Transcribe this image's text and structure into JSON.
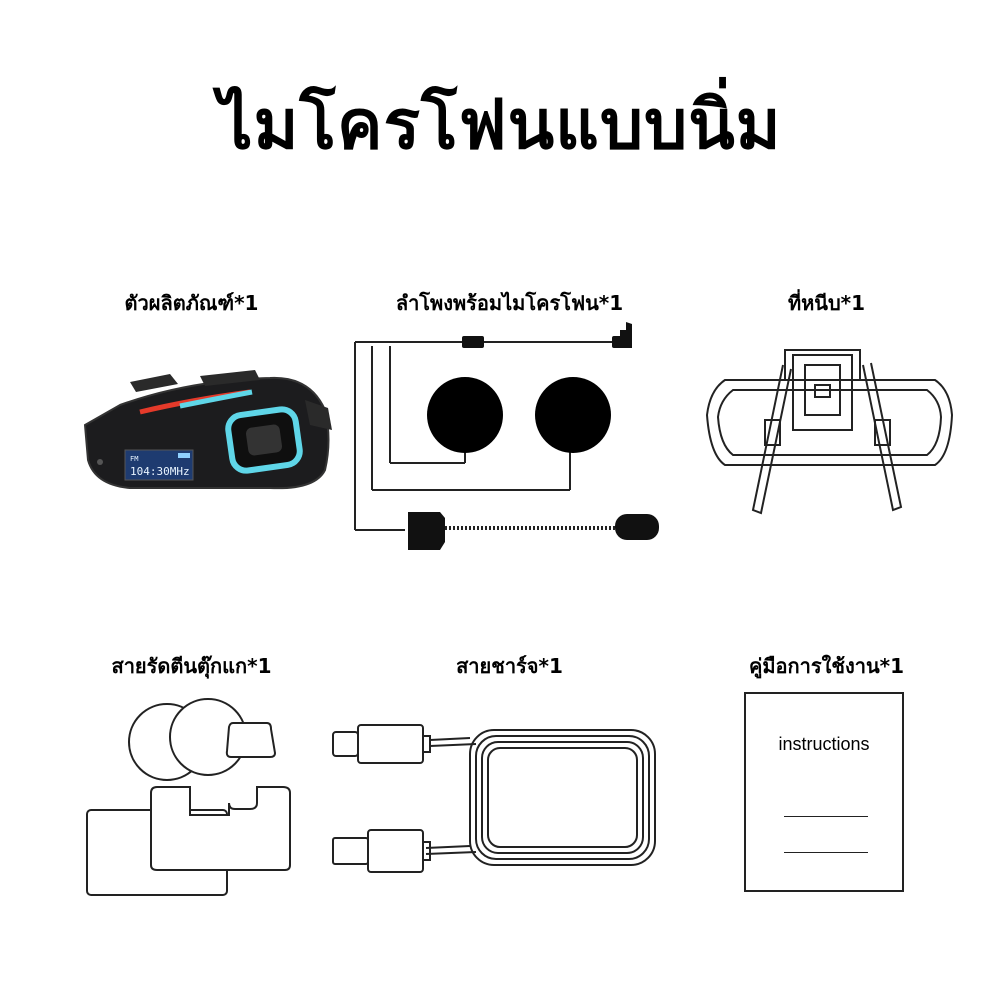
{
  "page": {
    "title": "ไมโครโฟนแบบนิ่ม"
  },
  "items": [
    {
      "label": "ตัวผลิตภัณฑ์*1",
      "icon": "intercom-device-icon"
    },
    {
      "label": "ลำโพงพร้อมไมโครโฟน*1",
      "icon": "speaker-mic-headset-icon"
    },
    {
      "label": "ที่หนีบ*1",
      "icon": "mounting-clip-icon"
    },
    {
      "label": "สายรัดตีนตุ๊กแก*1",
      "icon": "velcro-straps-icon"
    },
    {
      "label": "สายชาร์จ*1",
      "icon": "charging-cable-icon"
    },
    {
      "label": "คู่มือการใช้งาน*1",
      "icon": "manual-icon"
    }
  ],
  "device": {
    "screen_line1": "FM",
    "screen_line2": "104:30MHz"
  },
  "manual": {
    "cover_text": "instructions"
  },
  "colors": {
    "accent_cyan": "#5fd6e8",
    "accent_red": "#e53a2a",
    "line": "#222222"
  }
}
